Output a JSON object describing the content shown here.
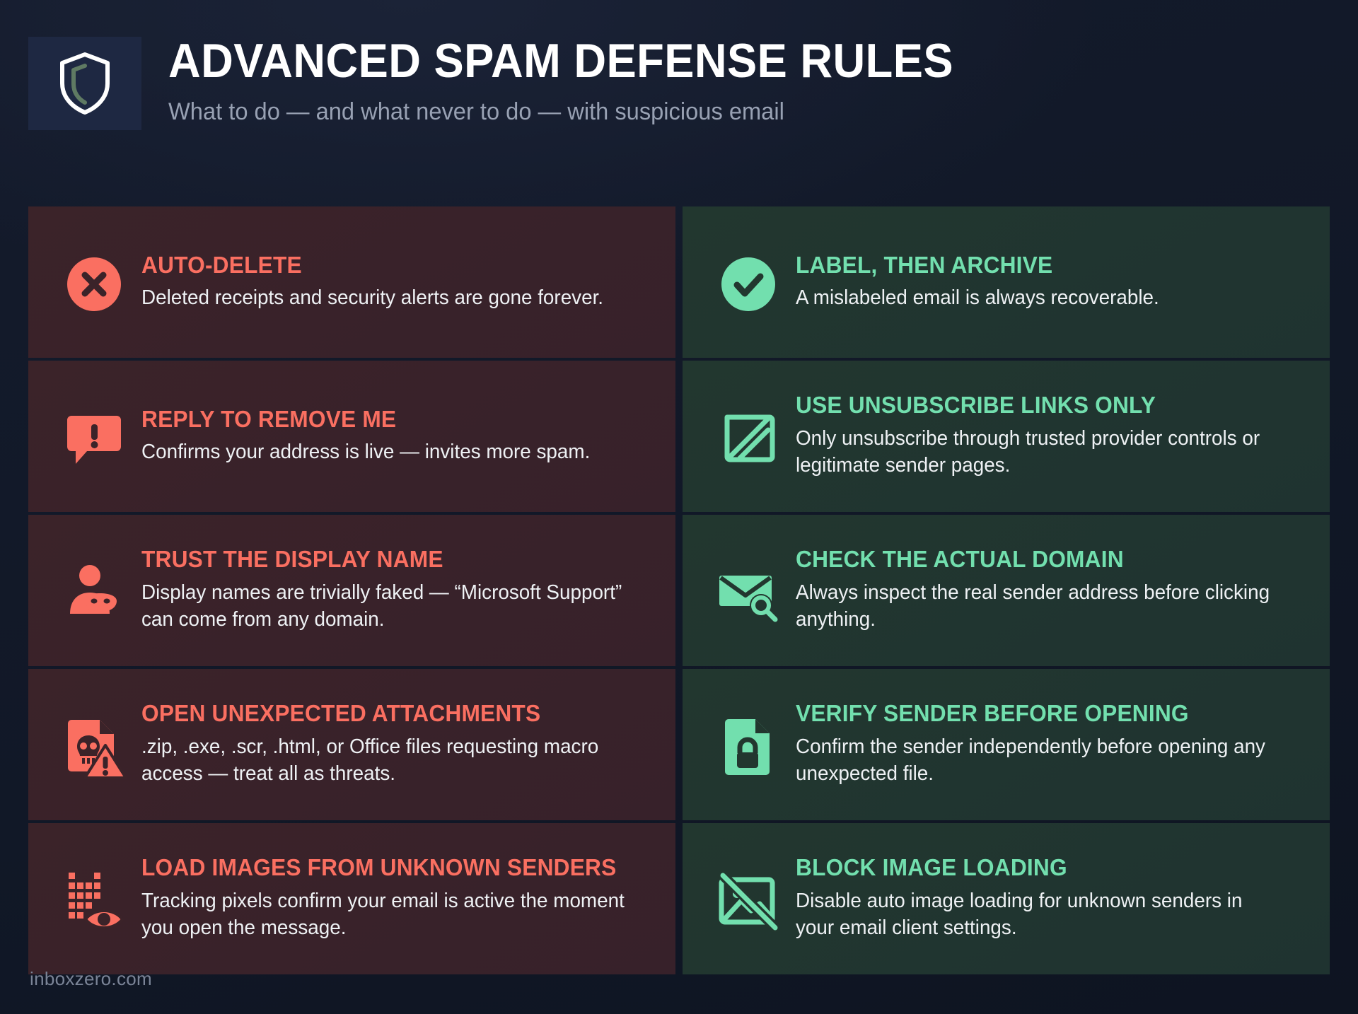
{
  "header": {
    "logo_icon": "shield-icon",
    "title": "ADVANCED SPAM DEFENSE RULES",
    "subtitle": "What to do — and what never to do — with suspicious email"
  },
  "colors": {
    "background": "#131a2b",
    "bad_accent": "#fa6f61",
    "good_accent": "#72dfae",
    "bad_card_bg": "#3b2329",
    "good_card_bg": "#22372f",
    "body_text": "#eef1f4",
    "subtitle_text": "#98a1b3",
    "footer_text": "#7b8497"
  },
  "rows": [
    {
      "bad": {
        "icon": "circle-x-icon",
        "title": "AUTO-DELETE",
        "desc": "Deleted receipts and security alerts are gone forever."
      },
      "good": {
        "icon": "circle-check-icon",
        "title": "LABEL, THEN ARCHIVE",
        "desc": "A mislabeled email is always recoverable."
      }
    },
    {
      "bad": {
        "icon": "speech-bubble-exclamation-icon",
        "title": "REPLY TO REMOVE ME",
        "desc": "Confirms your address is live — invites more spam."
      },
      "good": {
        "icon": "no-unsubscribe-slash-icon",
        "title": "USE UNSUBSCRIBE LINKS ONLY",
        "desc": "Only unsubscribe through trusted provider controls or legitimate sender pages."
      }
    },
    {
      "bad": {
        "icon": "person-mask-icon",
        "title": "TRUST THE DISPLAY NAME",
        "desc": "Display names are trivially faked — “Microsoft Support” can come from any domain."
      },
      "good": {
        "icon": "envelope-magnifier-icon",
        "title": "CHECK THE ACTUAL DOMAIN",
        "desc": "Always inspect the real sender address before clicking anything."
      }
    },
    {
      "bad": {
        "icon": "file-skull-warning-icon",
        "title": "OPEN UNEXPECTED ATTACHMENTS",
        "desc": ".zip, .exe, .scr, .html, or Office files requesting macro access — treat all as threats."
      },
      "good": {
        "icon": "file-lock-icon",
        "title": "VERIFY SENDER BEFORE OPENING",
        "desc": "Confirm the sender independently before opening any unexpected file."
      }
    },
    {
      "bad": {
        "icon": "tracking-pixel-eye-icon",
        "title": "LOAD IMAGES FROM UNKNOWN SENDERS",
        "desc": "Tracking pixels confirm your email is active the moment you open the message."
      },
      "good": {
        "icon": "image-blocked-icon",
        "title": "BLOCK IMAGE LOADING",
        "desc": "Disable auto image loading for unknown senders in your email client settings."
      }
    }
  ],
  "footer": {
    "source": "inboxzero.com"
  }
}
